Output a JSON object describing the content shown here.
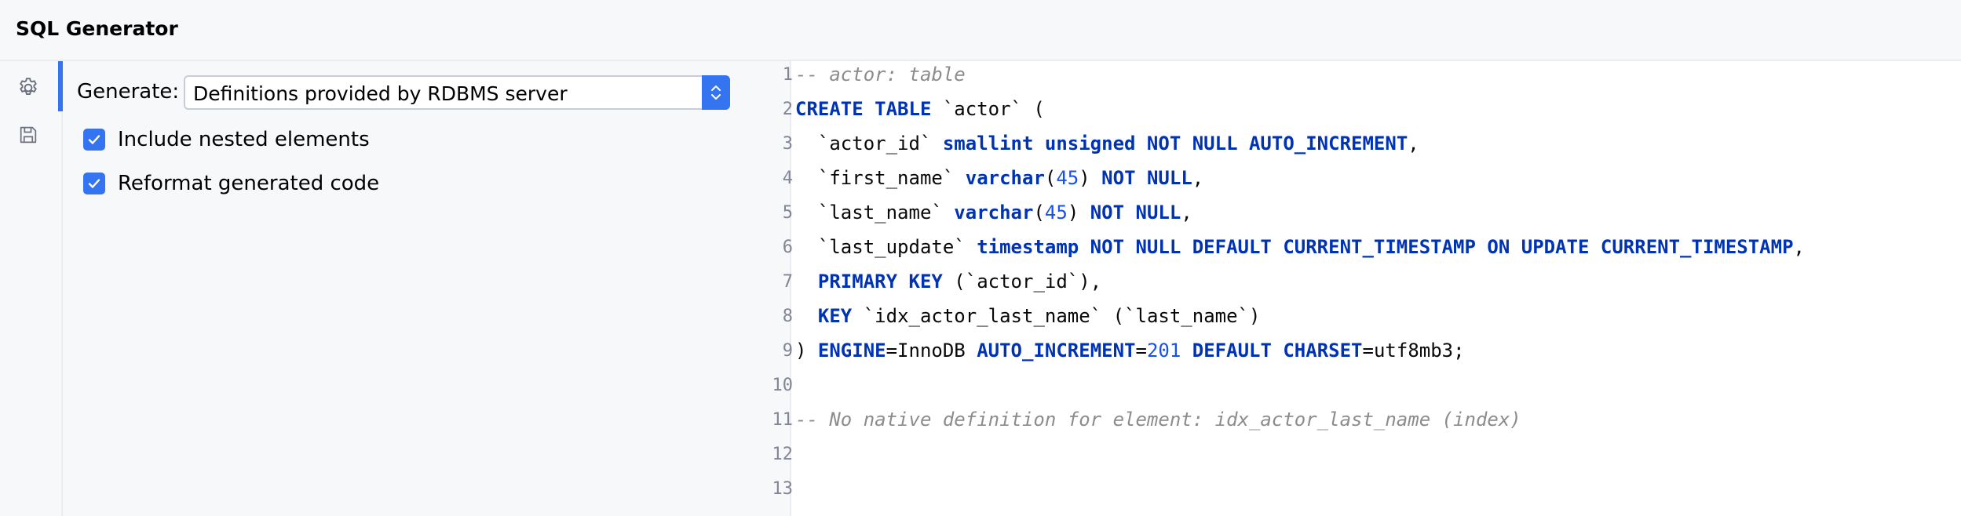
{
  "window": {
    "title": "SQL Generator"
  },
  "toolbar": {
    "icons": [
      "gear-icon",
      "save-icon"
    ]
  },
  "settings": {
    "generate_label": "Generate:",
    "generate_value": "Definitions provided by RDBMS server",
    "options": [
      {
        "label": "Include nested elements",
        "checked": true
      },
      {
        "label": "Reformat generated code",
        "checked": true
      }
    ]
  },
  "editor": {
    "line_numbers": [
      "1",
      "2",
      "3",
      "4",
      "5",
      "6",
      "7",
      "8",
      "9",
      "10",
      "11",
      "12",
      "13"
    ],
    "lines": [
      [
        {
          "t": "-- actor: table",
          "c": "cm"
        }
      ],
      [
        {
          "t": "CREATE TABLE",
          "c": "kw"
        },
        {
          "t": " `actor` (",
          "c": ""
        }
      ],
      [
        {
          "t": "  `actor_id` ",
          "c": ""
        },
        {
          "t": "smallint unsigned NOT NULL AUTO_INCREMENT",
          "c": "kw"
        },
        {
          "t": ",",
          "c": ""
        }
      ],
      [
        {
          "t": "  `first_name` ",
          "c": ""
        },
        {
          "t": "varchar",
          "c": "kw"
        },
        {
          "t": "(",
          "c": ""
        },
        {
          "t": "45",
          "c": "nm"
        },
        {
          "t": ") ",
          "c": ""
        },
        {
          "t": "NOT NULL",
          "c": "kw"
        },
        {
          "t": ",",
          "c": ""
        }
      ],
      [
        {
          "t": "  `last_name` ",
          "c": ""
        },
        {
          "t": "varchar",
          "c": "kw"
        },
        {
          "t": "(",
          "c": ""
        },
        {
          "t": "45",
          "c": "nm"
        },
        {
          "t": ") ",
          "c": ""
        },
        {
          "t": "NOT NULL",
          "c": "kw"
        },
        {
          "t": ",",
          "c": ""
        }
      ],
      [
        {
          "t": "  `last_update` ",
          "c": ""
        },
        {
          "t": "timestamp NOT NULL DEFAULT CURRENT_TIMESTAMP ON UPDATE CURRENT_TIMESTAMP",
          "c": "kw"
        },
        {
          "t": ",",
          "c": ""
        }
      ],
      [
        {
          "t": "  ",
          "c": ""
        },
        {
          "t": "PRIMARY KEY",
          "c": "kw"
        },
        {
          "t": " (`actor_id`),",
          "c": ""
        }
      ],
      [
        {
          "t": "  ",
          "c": ""
        },
        {
          "t": "KEY",
          "c": "kw"
        },
        {
          "t": " `idx_actor_last_name` (`last_name`)",
          "c": ""
        }
      ],
      [
        {
          "t": ") ",
          "c": ""
        },
        {
          "t": "ENGINE",
          "c": "kw"
        },
        {
          "t": "=InnoDB ",
          "c": ""
        },
        {
          "t": "AUTO_INCREMENT",
          "c": "kw"
        },
        {
          "t": "=",
          "c": ""
        },
        {
          "t": "201",
          "c": "nm"
        },
        {
          "t": " ",
          "c": ""
        },
        {
          "t": "DEFAULT CHARSET",
          "c": "kw"
        },
        {
          "t": "=utf8mb3;",
          "c": ""
        }
      ],
      [],
      [
        {
          "t": "-- No native definition for element: idx_actor_last_name (index)",
          "c": "cm"
        }
      ],
      [],
      []
    ]
  },
  "colors": {
    "accent": "#3574f0",
    "keyword": "#0033b3",
    "comment": "#8c8c8c",
    "number": "#1750eb"
  }
}
